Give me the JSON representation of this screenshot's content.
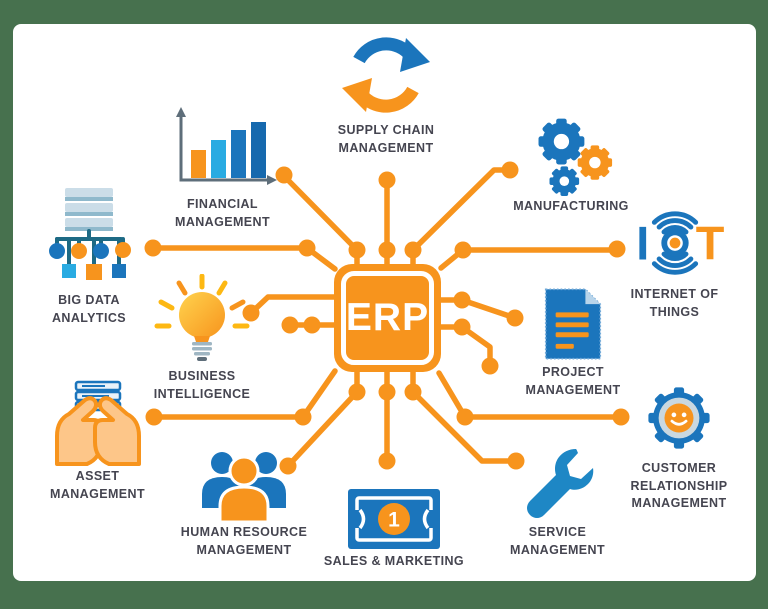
{
  "title": "ERP modules diagram",
  "palette": {
    "background_green": "#47714E",
    "content_white": "#FFFFFF",
    "orange": "#F7941D",
    "blue": "#1B75BC",
    "light_blue": "#29ABE2",
    "yellow": "#FDB813",
    "label_color": "#454550",
    "axis_gray": "#5E6E7A"
  },
  "center": {
    "label": "ERP"
  },
  "modules": {
    "supply_chain": {
      "lines": [
        "SUPPLY CHAIN",
        "MANAGEMENT"
      ],
      "icon": "sync-arrows-icon"
    },
    "financial": {
      "lines": [
        "FINANCIAL",
        "MANAGEMENT"
      ],
      "icon": "bar-chart-icon"
    },
    "big_data": {
      "lines": [
        "BIG DATA",
        "ANALYTICS"
      ],
      "icon": "database-network-icon"
    },
    "business_intelligence": {
      "lines": [
        "BUSINESS",
        "INTELLIGENCE"
      ],
      "icon": "lightbulb-icon"
    },
    "asset": {
      "lines": [
        "ASSET",
        "MANAGEMENT"
      ],
      "icon": "hands-holding-servers-icon"
    },
    "human_resource": {
      "lines": [
        "HUMAN RESOURCE",
        "MANAGEMENT"
      ],
      "icon": "people-group-icon"
    },
    "sales": {
      "lines": [
        "SALES & MARKETING"
      ],
      "icon": "banknote-icon",
      "badge": "1"
    },
    "service": {
      "lines": [
        "SERVICE",
        "MANAGEMENT"
      ],
      "icon": "wrench-icon"
    },
    "crm": {
      "lines": [
        "CUSTOMER",
        "RELATIONSHIP",
        "MANAGEMENT"
      ],
      "icon": "gear-smiley-icon"
    },
    "project": {
      "lines": [
        "PROJECT",
        "MANAGEMENT"
      ],
      "icon": "document-icon"
    },
    "iot": {
      "lines": [
        "INTERNET OF",
        "THINGS"
      ],
      "icon": "iot-signal-icon",
      "letter_i": "I",
      "letter_t": "T"
    },
    "manufacturing": {
      "lines": [
        "MANUFACTURING"
      ],
      "icon": "gears-icon"
    }
  }
}
